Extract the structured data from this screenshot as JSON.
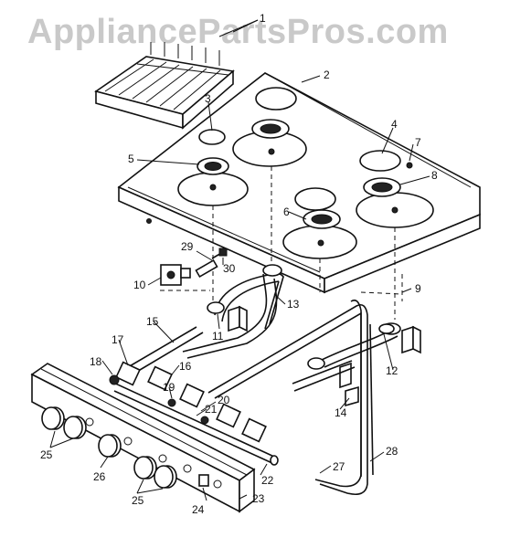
{
  "watermark": "AppliancePartsPros.com",
  "labels": {
    "p1": "1",
    "p2": "2",
    "p3": "3",
    "p4": "4",
    "p5": "5",
    "p6": "6",
    "p7": "7",
    "p8": "8",
    "p9": "9",
    "p10": "10",
    "p11": "11",
    "p12": "12",
    "p13": "13",
    "p14": "14",
    "p15": "15",
    "p16": "16",
    "p17": "17",
    "p18": "18",
    "p19": "19",
    "p20": "20",
    "p21": "21",
    "p22": "22",
    "p23": "23",
    "p24": "24",
    "p25a": "25",
    "p25b": "25",
    "p26": "26",
    "p27": "27",
    "p28": "28",
    "p29": "29",
    "p30": "30"
  }
}
